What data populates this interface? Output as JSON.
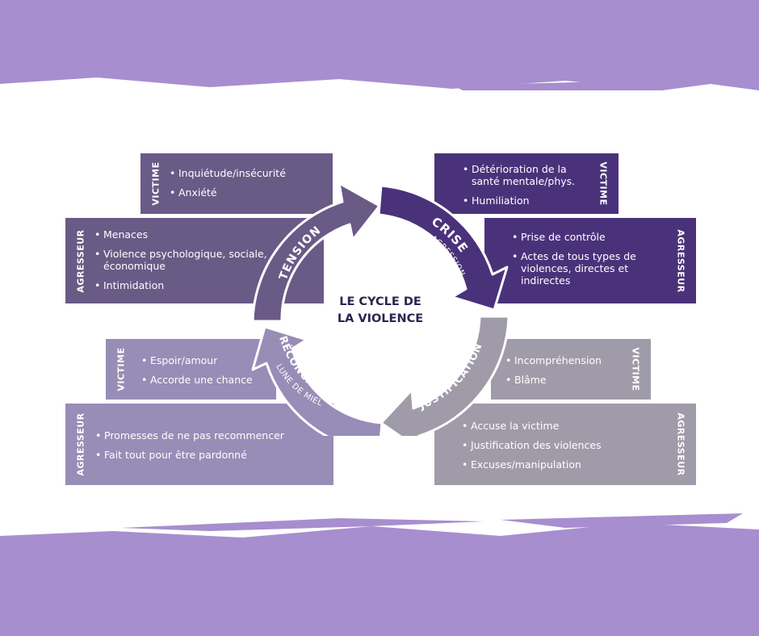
{
  "colors": {
    "band": "#a78ecf",
    "tension": "#6a5a86",
    "crise": "#4a327a",
    "justification": "#a09ba8",
    "reconciliation": "#978db6",
    "center_text": "#2d2450"
  },
  "center_title": [
    "LE CYCLE DE",
    "LA VIOLENCE"
  ],
  "phases": {
    "tension": {
      "label": "TENSION",
      "victim": {
        "role": "VICTIME",
        "items": [
          "Inquiétude/insécurité",
          "Anxiété"
        ]
      },
      "aggressor": {
        "role": "AGRESSEUR",
        "items": [
          "Menaces",
          "Violence psychologique, sociale, économique",
          "Intimidation"
        ]
      }
    },
    "crise": {
      "label": "CRISE",
      "sublabel": "AGRESSION",
      "victim": {
        "role": "VICTIME",
        "items": [
          "Détérioration de la santé mentale/phys.",
          "Humiliation"
        ]
      },
      "aggressor": {
        "role": "AGRESSEUR",
        "items": [
          "Prise de contrôle",
          "Actes de tous types de violences, directes et indirectes"
        ]
      }
    },
    "justification": {
      "label": "JUSTIFICATION",
      "victim": {
        "role": "VICTIME",
        "items": [
          "Incompréhension",
          "Blâme"
        ]
      },
      "aggressor": {
        "role": "AGRESSEUR",
        "items": [
          "Accuse la victime",
          "Justification des violences",
          "Excuses/manipulation"
        ]
      }
    },
    "reconciliation": {
      "label": "RÉCONCILIATION",
      "sublabel": "LUNE DE MIEL",
      "victim": {
        "role": "VICTIME",
        "items": [
          "Espoir/amour",
          "Accorde une chance"
        ]
      },
      "aggressor": {
        "role": "AGRESSEUR",
        "items": [
          "Promesses de ne pas recommencer",
          "Fait tout pour être pardonné"
        ]
      }
    }
  }
}
